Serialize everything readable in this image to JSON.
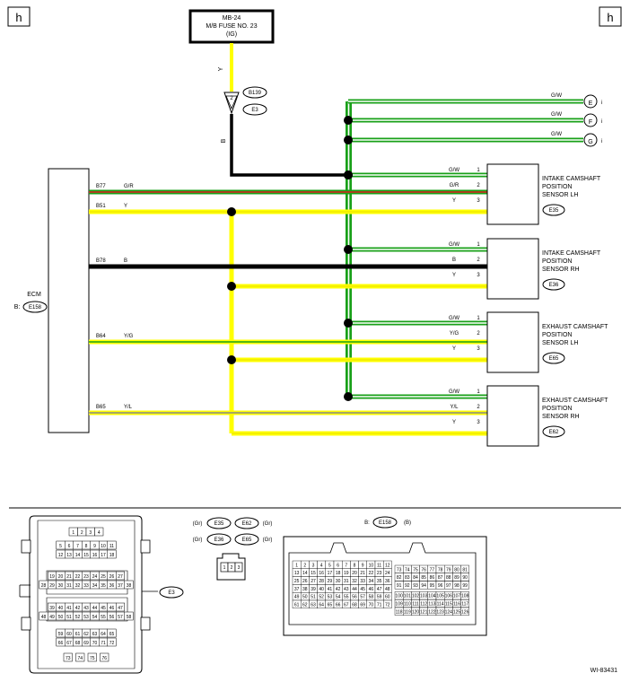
{
  "page_marker": "h",
  "doc_id": "WI-83431",
  "fuse": {
    "line1": "MB-24",
    "line2": "M/B FUSE NO. 23",
    "line3": "(IG)"
  },
  "wire_colors": {
    "Y": "#ffff00",
    "B": "#000000",
    "G": "#18a018",
    "W": "#ffffff",
    "R": "#e02020"
  },
  "fuse_wire_color": "Y",
  "joint": {
    "pin": "2",
    "connector_top": "B139",
    "connector_bottom": "E3",
    "wire_below": "B"
  },
  "continuations": [
    {
      "wire": "G/W",
      "letter": "E",
      "ref": "i"
    },
    {
      "wire": "G/W",
      "letter": "F",
      "ref": "i"
    },
    {
      "wire": "G/W",
      "letter": "G",
      "ref": "i"
    }
  ],
  "ecm": {
    "title": "ECM",
    "prefix": "B:",
    "connector": "E158"
  },
  "ecm_pins": [
    {
      "pin": "B77",
      "wire": "G/R"
    },
    {
      "pin": "B51",
      "wire": "Y"
    },
    {
      "pin": "B78",
      "wire": "B"
    },
    {
      "pin": "B64",
      "wire": "Y/G"
    },
    {
      "pin": "B65",
      "wire": "Y/L"
    }
  ],
  "sensors": [
    {
      "lines": [
        "INTAKE CAMSHAFT",
        "POSITION",
        "SENSOR LH"
      ],
      "connector": "E35",
      "pins": [
        {
          "pin": "1",
          "wire": "G/W"
        },
        {
          "pin": "2",
          "wire": "G/R"
        },
        {
          "pin": "3",
          "wire": "Y"
        }
      ]
    },
    {
      "lines": [
        "INTAKE CAMSHAFT",
        "POSITION",
        "SENSOR RH"
      ],
      "connector": "E36",
      "pins": [
        {
          "pin": "1",
          "wire": "G/W"
        },
        {
          "pin": "2",
          "wire": "B"
        },
        {
          "pin": "3",
          "wire": "Y"
        }
      ]
    },
    {
      "lines": [
        "EXHAUST CAMSHAFT",
        "POSITION",
        "SENSOR LH"
      ],
      "connector": "E65",
      "pins": [
        {
          "pin": "1",
          "wire": "G/W"
        },
        {
          "pin": "2",
          "wire": "Y/G"
        },
        {
          "pin": "3",
          "wire": "Y"
        }
      ]
    },
    {
      "lines": [
        "EXHAUST CAMSHAFT",
        "POSITION",
        "SENSOR RH"
      ],
      "connector": "E62",
      "pins": [
        {
          "pin": "1",
          "wire": "G/W"
        },
        {
          "pin": "2",
          "wire": "Y/L"
        },
        {
          "pin": "3",
          "wire": "Y"
        }
      ]
    }
  ],
  "connector_views": {
    "e3": {
      "label": "E3",
      "rows": [
        [
          "1",
          "2",
          "3",
          "4"
        ],
        [
          "5",
          "6",
          "7",
          "8",
          "9",
          "10",
          "11"
        ],
        [
          "12",
          "13",
          "14",
          "15",
          "16",
          "17",
          "18"
        ],
        [
          "19",
          "20",
          "21",
          "22",
          "23",
          "24",
          "25",
          "26",
          "27"
        ],
        [
          "28",
          "29",
          "30",
          "31",
          "32",
          "33",
          "34",
          "35",
          "36",
          "37",
          "38"
        ],
        [
          "39",
          "40",
          "41",
          "42",
          "43",
          "44",
          "45",
          "46",
          "47"
        ],
        [
          "48",
          "49",
          "50",
          "51",
          "52",
          "53",
          "54",
          "55",
          "56",
          "57",
          "58"
        ],
        [
          "59",
          "60",
          "61",
          "62",
          "63",
          "64",
          "65"
        ],
        [
          "66",
          "67",
          "68",
          "69",
          "70",
          "71",
          "72"
        ],
        [
          "73",
          "74",
          "75",
          "76"
        ]
      ]
    },
    "sensor_conn": {
      "row1": [
        {
          "color": "(Gr)",
          "conn": "E35"
        },
        {
          "conn": "E62",
          "color": "(Gr)"
        }
      ],
      "row2": [
        {
          "color": "(Gr)",
          "conn": "E36"
        },
        {
          "conn": "E65",
          "color": "(Gr)"
        }
      ],
      "pins": [
        "1",
        "2",
        "3"
      ]
    },
    "e158": {
      "prefix": "B:",
      "connector": "E158",
      "color": "(B)"
    }
  }
}
